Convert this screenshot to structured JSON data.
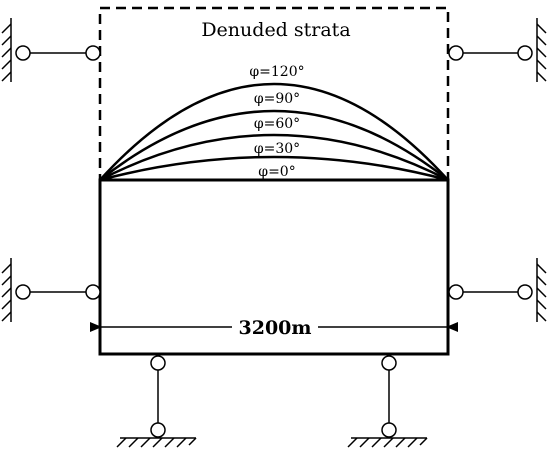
{
  "title": "Denuded strata",
  "dimension_label": "3200m",
  "arc_labels": [
    "φ=120°",
    "φ=90°",
    "φ=60°",
    "φ=30°",
    "φ=0°"
  ]
}
